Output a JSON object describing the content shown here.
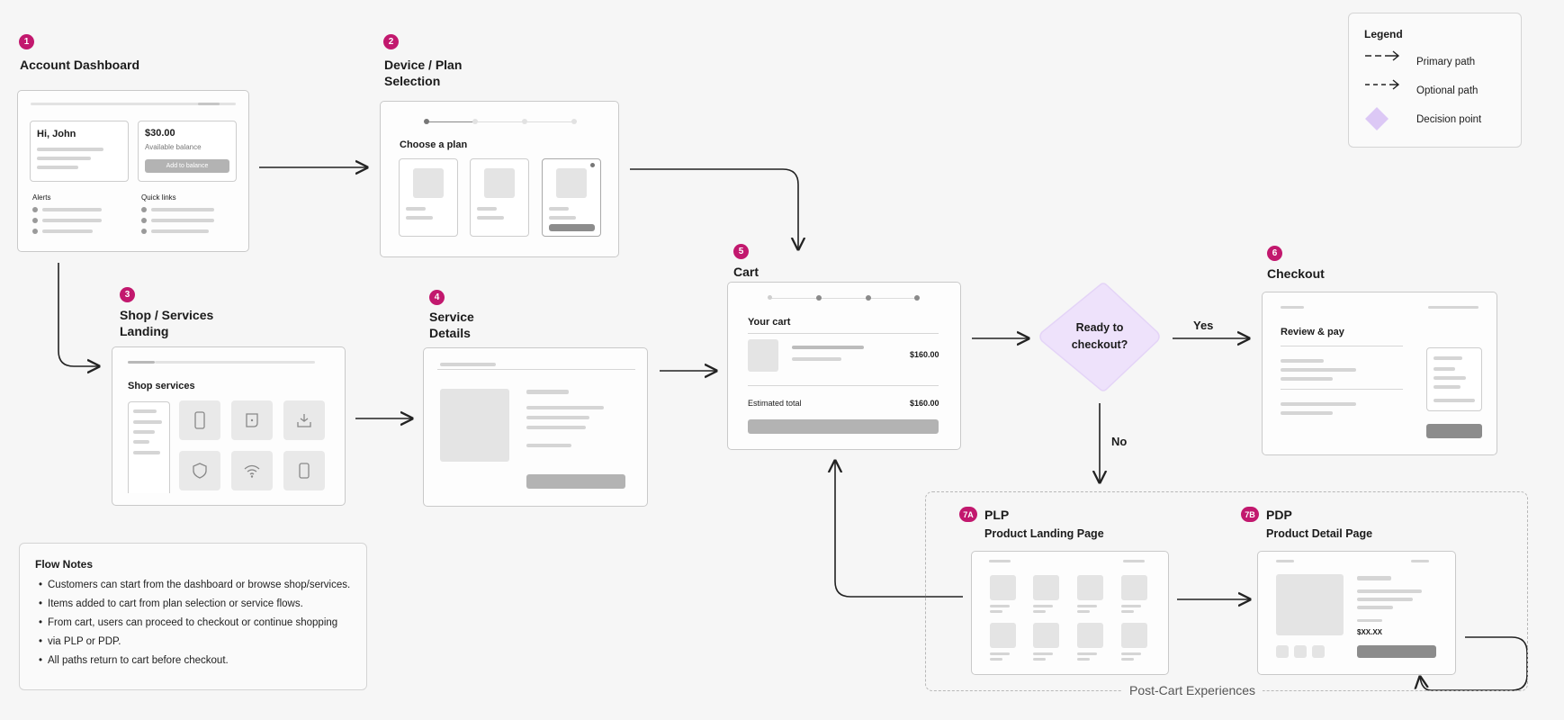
{
  "steps": {
    "s1": {
      "badge": "1",
      "title": "Account Dashboard"
    },
    "s2": {
      "badge": "2",
      "title_line1": "Device / Plan",
      "title_line2": "Selection"
    },
    "s3": {
      "badge": "3",
      "title_line1": "Shop / Services",
      "title_line2": "Landing"
    },
    "s4": {
      "badge": "4",
      "title_line1": "Service",
      "title_line2": "Details"
    },
    "s5": {
      "badge": "5",
      "title": "Cart"
    },
    "s6": {
      "badge": "6",
      "title": "Checkout"
    },
    "s7a": {
      "badge": "7A",
      "title": "PLP",
      "subtitle": "Product Landing Page"
    },
    "s7b": {
      "badge": "7B",
      "title": "PDP",
      "subtitle": "Product Detail Page"
    }
  },
  "dashboard": {
    "greeting": "Hi, John",
    "balance": "$30.00",
    "balance_caption": "Available balance",
    "add_button": "Add to balance",
    "alerts_label": "Alerts",
    "quicklinks_label": "Quick links"
  },
  "plan": {
    "heading": "Choose a plan"
  },
  "shop": {
    "heading": "Shop services"
  },
  "cart": {
    "heading": "Your cart",
    "item_price": "$160.00",
    "total_label": "Estimated total",
    "total_price": "$160.00"
  },
  "decision": {
    "line1": "Ready to",
    "line2": "checkout?",
    "yes": "Yes",
    "no": "No"
  },
  "checkout": {
    "heading": "Review & pay"
  },
  "pdp": {
    "price": "$XX.XX"
  },
  "group_label": "Post-Cart Experiences",
  "legend": {
    "title": "Legend",
    "items": [
      {
        "label": "Primary path",
        "icon": "solid-arrow-icon"
      },
      {
        "label": "Optional path",
        "icon": "dashed-arrow-icon"
      },
      {
        "label": "Decision point",
        "icon": "diamond-icon"
      }
    ]
  },
  "notes": {
    "title": "Flow Notes",
    "items": [
      "Customers can start from the dashboard or browse shop/services.",
      "Items added to cart from plan selection or service flows.",
      "From cart, users can proceed to checkout or continue shopping",
      "via PLP or PDP.",
      "All paths return to cart before checkout."
    ]
  },
  "colors": {
    "badge": "#c2186e",
    "decision_fill": "#eee2fb",
    "legend_diamond": "#dcc8f5"
  }
}
